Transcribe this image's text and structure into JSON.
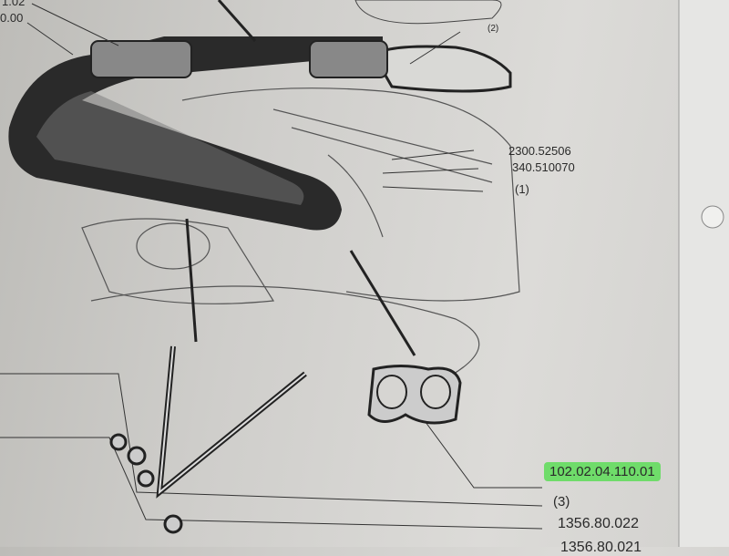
{
  "labels": {
    "top_left_1": "1.02",
    "top_left_2": "0.00",
    "part_2": "(2)",
    "p_2300": "2300.52506",
    "p_340": "340.510070",
    "part_1": "(1)",
    "gasket_part": "102.02.04.110.01",
    "part_3": "(3)",
    "p_1356_022": "1356.80.022",
    "p_1356_021": "1356.80.021"
  },
  "colors": {
    "highlight": "#6fdc6a",
    "ink": "#2a2a2a",
    "paper": "#d6d5d2"
  }
}
